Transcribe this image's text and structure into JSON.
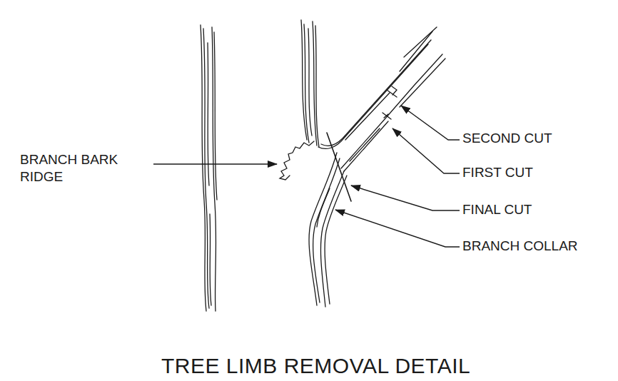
{
  "diagram": {
    "title": "TREE LIMB REMOVAL DETAIL",
    "labels": [
      "BRANCH BARK RIDGE",
      "SECOND CUT",
      "FIRST CUT",
      "FINAL CUT",
      "BRANCH COLLAR"
    ]
  }
}
